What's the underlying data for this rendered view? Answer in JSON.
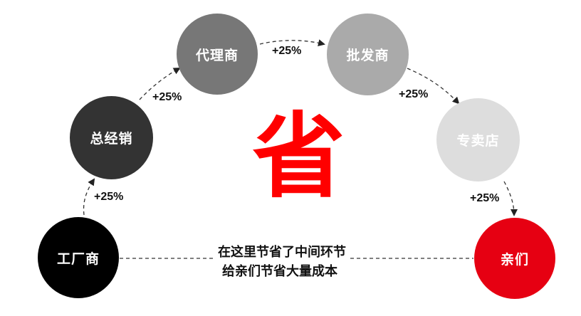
{
  "nodes": {
    "factory": {
      "label": "工厂商",
      "color": "#000000",
      "text_color": "#ffffff"
    },
    "general": {
      "label": "总经销",
      "color": "#333333",
      "text_color": "#ffffff"
    },
    "agent": {
      "label": "代理商",
      "color": "#777777",
      "text_color": "#ffffff"
    },
    "wholesale": {
      "label": "批发商",
      "color": "#aaaaaa",
      "text_color": "#ffffff"
    },
    "store": {
      "label": "专卖店",
      "color": "#dddddd",
      "text_color": "#ffffff"
    },
    "consumer": {
      "label": "亲们",
      "color": "#e60012",
      "text_color": "#ffffff"
    }
  },
  "markups": [
    "+25%",
    "+25%",
    "+25%",
    "+25%",
    "+25%"
  ],
  "center": {
    "char": "省",
    "color": "#ff0000"
  },
  "caption": {
    "line1": "在这里节省了中间环节",
    "line2": "给亲们节省大量成本"
  }
}
